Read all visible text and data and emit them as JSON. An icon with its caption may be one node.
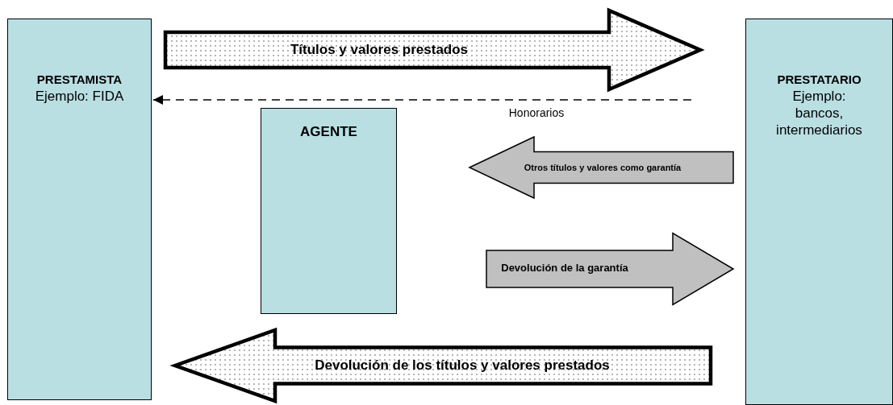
{
  "diagram": {
    "nodes": [
      {
        "text": [
          "PRESTAMISTA",
          "Ejemplo: FIDA"
        ]
      },
      {
        "text": [
          "AGENTE"
        ]
      },
      {
        "text": [
          "PRESTATARIO",
          "Ejemplo: bancos, intermediarios"
        ]
      }
    ],
    "edges": [
      {
        "from": 0,
        "to": 2,
        "arrow": "to",
        "label": "Títulos y valores prestados",
        "style": "thick"
      },
      {
        "from": 2,
        "to": 0,
        "arrow": "to",
        "label": "Honorarios",
        "style": "dashed"
      },
      {
        "from": 2,
        "to": 1,
        "arrow": "to",
        "label": "Otros títulos y valores como garantía",
        "color": "#c0c0c0"
      },
      {
        "from": 1,
        "to": 2,
        "arrow": "to",
        "label": "Devolución de la garantía",
        "color": "#c0c0c0"
      },
      {
        "from": 2,
        "to": 0,
        "arrow": "to",
        "label": "Devolución de los títulos y valores prestados",
        "style": "thick"
      }
    ]
  }
}
